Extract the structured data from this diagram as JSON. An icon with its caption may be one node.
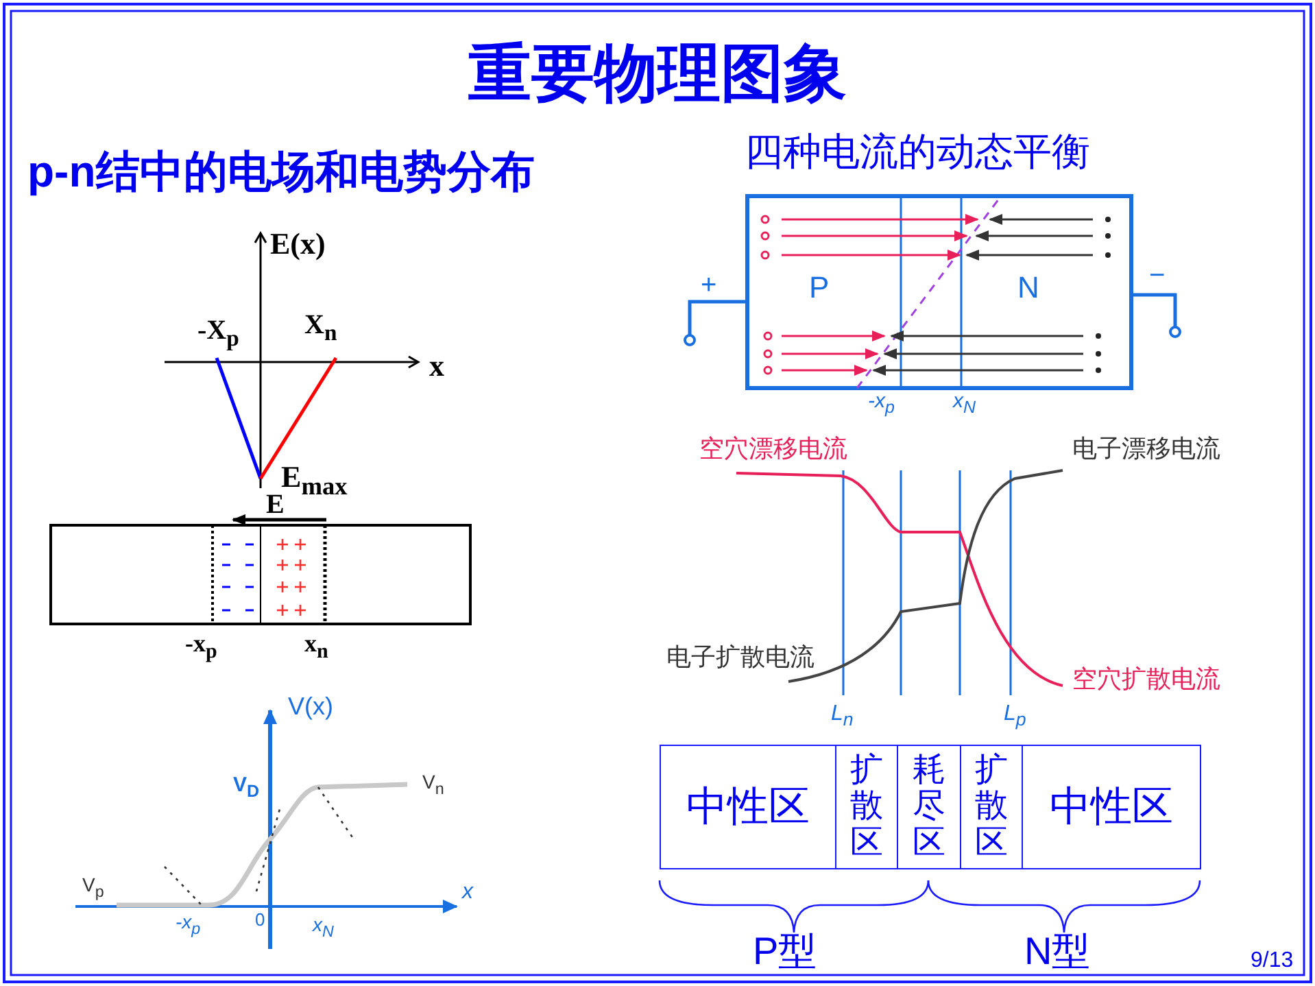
{
  "diagram": {
    "title": "重要物理图象",
    "nodes": [
      {
        "text": [
          "中性区"
        ]
      },
      {
        "text": [
          "扩散区"
        ]
      },
      {
        "text": [
          "耗尽区"
        ]
      },
      {
        "text": [
          "扩散区"
        ]
      },
      {
        "text": [
          "中性区"
        ]
      }
    ],
    "edges": [],
    "labels": [
      "p-n结中的电场和电势分布",
      "四种电流的动态平衡",
      "E(x)",
      "-X$_{p}$",
      "X$_{n}$",
      "x",
      "E$_{max}$",
      "E",
      "-x$_{p}$",
      "x$_{n}$",
      "+",
      "P",
      "N",
      "−",
      "-x$_{p}$",
      "x$_{N}$",
      "空穴漂移电流",
      "电子漂移电流",
      "电子扩散电流",
      "空穴扩散电流",
      "V(x)",
      "L$_{n}$",
      "L$_{p}$",
      "V$_{D}$",
      "V$_{n}$",
      "V$_{p}$",
      "x",
      "-x$_{p}$",
      "0",
      "x$_{N}$",
      "P型",
      "N型",
      "9/13"
    ]
  }
}
